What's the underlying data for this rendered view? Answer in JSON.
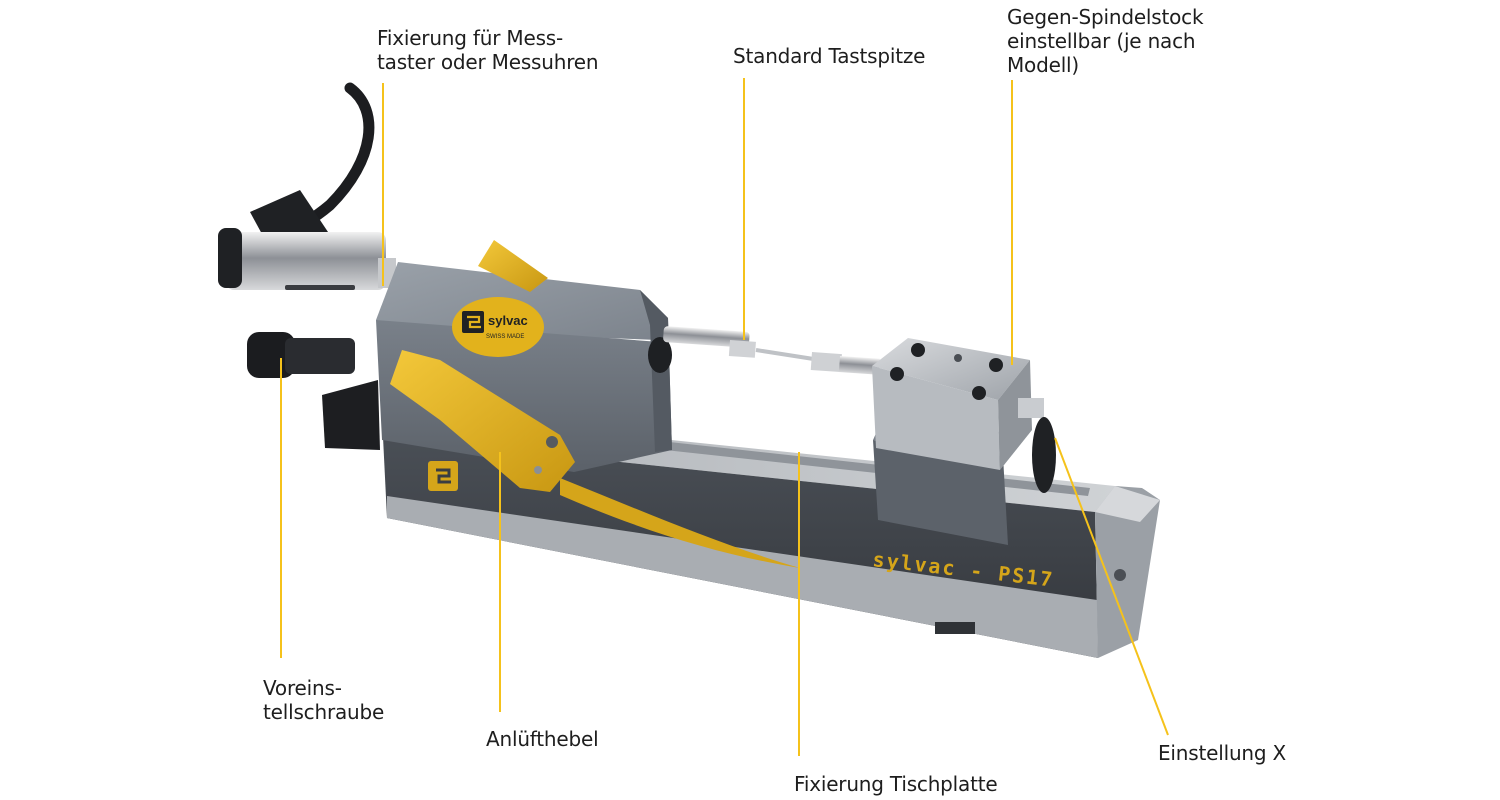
{
  "labels": {
    "fixierung_messtaster": [
      "Fixierung für Mess-",
      "taster oder Messuhren"
    ],
    "standard_tastspitze": [
      "Standard Tastspitze"
    ],
    "gegen_spindelstock": [
      "Gegen-Spindelstock",
      "einstellbar (je nach",
      "Modell)"
    ],
    "voreinstellschraube": [
      "Voreins-",
      "tellschraube"
    ],
    "anluefthebel": [
      "Anlüfthebel"
    ],
    "fixierung_tischplatte": [
      "Fixierung Tischplatte"
    ],
    "einstellung_x": [
      "Einstellung X"
    ]
  },
  "product": {
    "brand": "sylvac",
    "model_marking": "sylvac - PS17",
    "label_sticker": "sylvac",
    "label_sticker_sub": "SWISS MADE"
  },
  "colors": {
    "leader_line": "#f5c21b",
    "lever_yellow": "#e8b419",
    "housing_grey": "#6f7680",
    "base_dark": "#3e4249",
    "base_light": "#b9bdc2"
  }
}
